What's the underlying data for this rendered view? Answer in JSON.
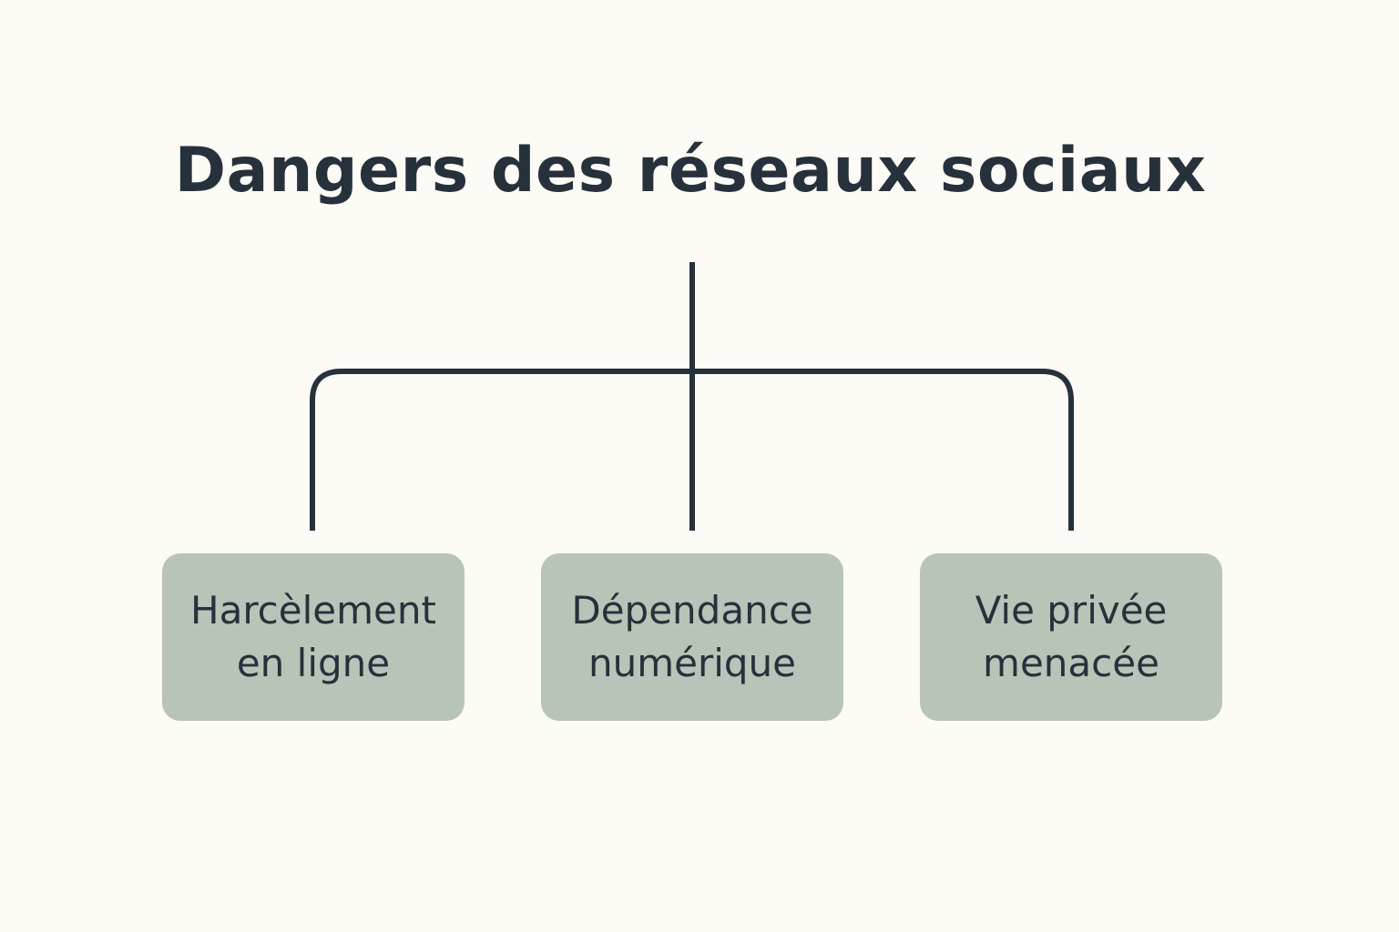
{
  "title": "Dangers des réseaux sociaux",
  "nodes": [
    {
      "label": "Harcèlement\nen ligne"
    },
    {
      "label": "Dépendance\nnumérique"
    },
    {
      "label": "Vie privée\nmenacée"
    }
  ],
  "colors": {
    "background": "#fcfbf6",
    "text": "#27313b",
    "line": "#27313b",
    "node_fill": "#b8c4b8"
  }
}
